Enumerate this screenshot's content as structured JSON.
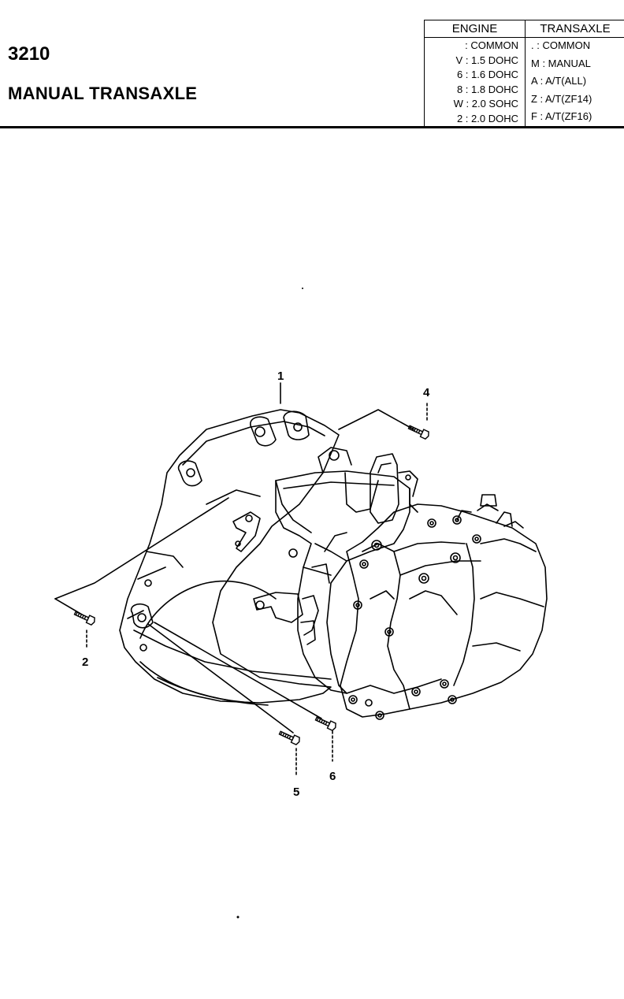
{
  "header": {
    "code": "3210",
    "title": "MANUAL TRANSAXLE"
  },
  "legend": {
    "engine": {
      "heading": "ENGINE",
      "rows": [
        ": COMMON",
        "V : 1.5 DOHC",
        "6 : 1.6 DOHC",
        "8 : 1.8 DOHC",
        "W : 2.0 SOHC",
        "2 : 2.0 DOHC"
      ]
    },
    "transaxle": {
      "heading": "TRANSAXLE",
      "rows": [
        ". : COMMON",
        "M : MANUAL",
        "A : A/T(ALL)",
        "Z : A/T(ZF14)",
        "F : A/T(ZF16)"
      ]
    }
  },
  "callouts": [
    "1",
    "2",
    "4",
    "5",
    "6"
  ]
}
